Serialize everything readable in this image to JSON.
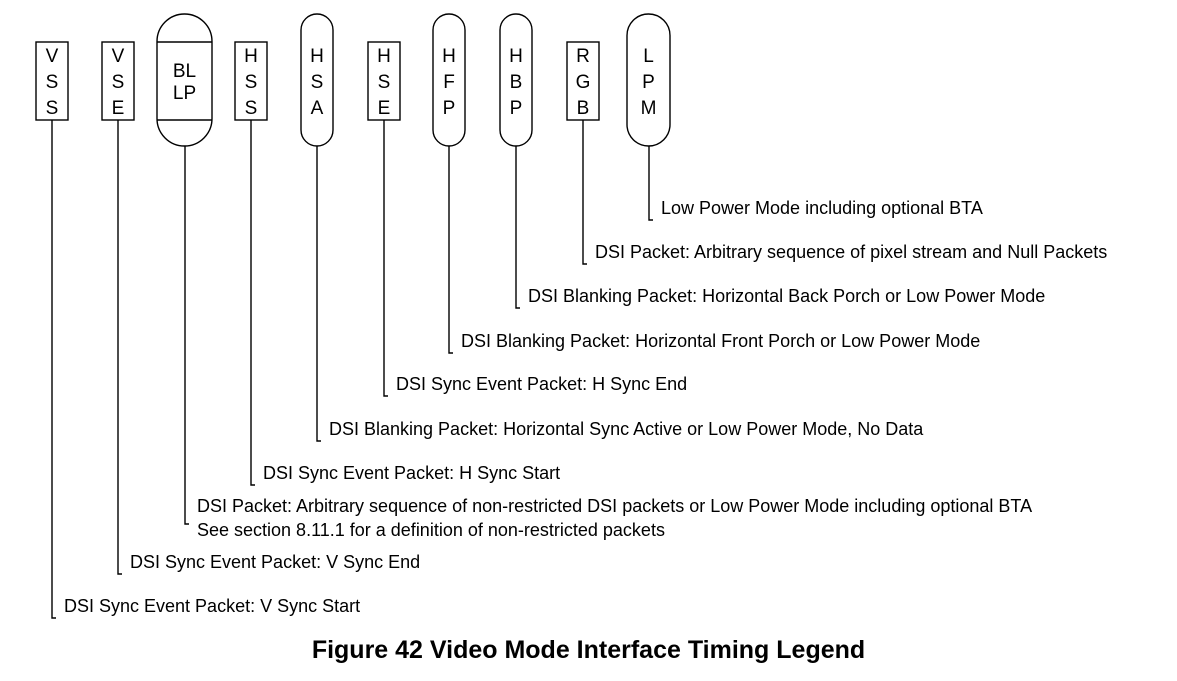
{
  "figure": {
    "caption": "Figure 42 Video Mode Interface Timing Legend"
  },
  "symbols": [
    {
      "id": "vss",
      "shape": "rect",
      "letters": [
        "V",
        "S",
        "S"
      ],
      "descriptions": [
        "DSI Sync Event Packet: V Sync Start"
      ]
    },
    {
      "id": "vse",
      "shape": "rect",
      "letters": [
        "V",
        "S",
        "E"
      ],
      "descriptions": [
        "DSI Sync Event Packet: V Sync End"
      ]
    },
    {
      "id": "bllp",
      "shape": "capsule",
      "letters": [
        "BL",
        "LP"
      ],
      "descriptions": [
        "DSI Packet: Arbitrary sequence of non-restricted DSI packets or Low Power Mode including optional BTA",
        "See section 8.11.1 for a definition of non-restricted packets"
      ]
    },
    {
      "id": "hss",
      "shape": "rect",
      "letters": [
        "H",
        "S",
        "S"
      ],
      "descriptions": [
        "DSI Sync Event Packet: H Sync Start"
      ]
    },
    {
      "id": "hsa",
      "shape": "capsule",
      "letters": [
        "H",
        "S",
        "A"
      ],
      "descriptions": [
        "DSI Blanking Packet: Horizontal Sync Active or Low Power Mode, No Data"
      ]
    },
    {
      "id": "hse",
      "shape": "rect",
      "letters": [
        "H",
        "S",
        "E"
      ],
      "descriptions": [
        "DSI Sync Event Packet: H Sync End"
      ]
    },
    {
      "id": "hfp",
      "shape": "capsule",
      "letters": [
        "H",
        "F",
        "P"
      ],
      "descriptions": [
        "DSI  Blanking Packet: Horizontal Front Porch or Low Power Mode"
      ]
    },
    {
      "id": "hbp",
      "shape": "capsule",
      "letters": [
        "H",
        "B",
        "P"
      ],
      "descriptions": [
        "DSI Blanking Packet: Horizontal Back Porch or Low Power Mode"
      ]
    },
    {
      "id": "rgb",
      "shape": "rect",
      "letters": [
        "R",
        "G",
        "B"
      ],
      "descriptions": [
        "DSI Packet: Arbitrary sequence of pixel stream and Null Packets"
      ]
    },
    {
      "id": "lpm",
      "shape": "capsule",
      "letters": [
        "L",
        "P",
        "M"
      ],
      "descriptions": [
        "Low Power Mode including optional BTA"
      ]
    }
  ]
}
